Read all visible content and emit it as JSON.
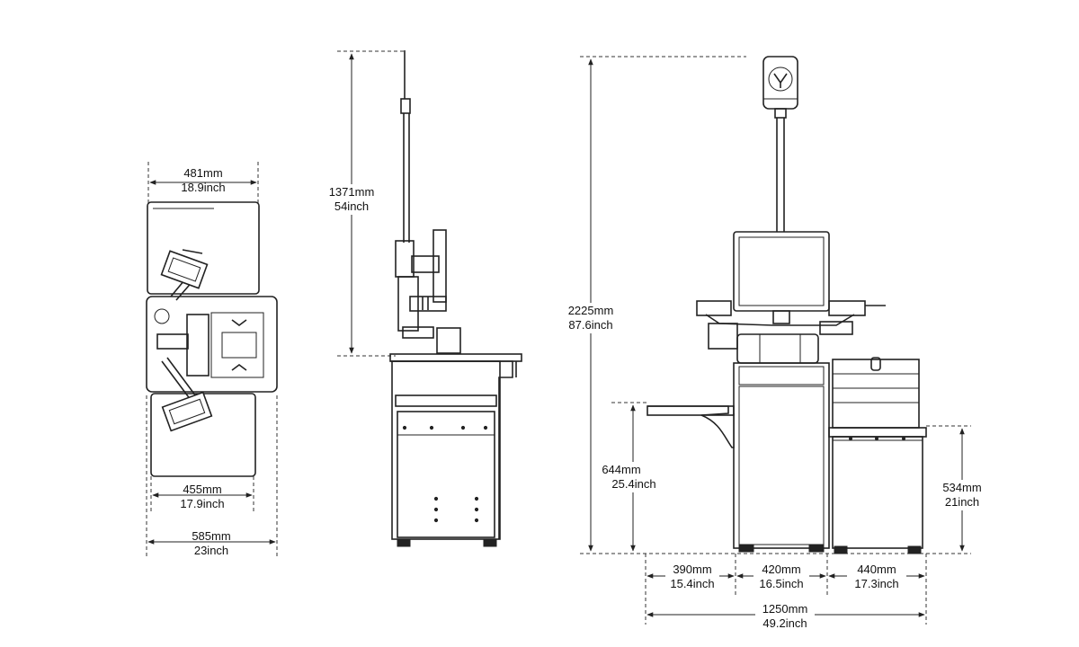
{
  "dimensions": {
    "top_width_top": {
      "mm": "481mm",
      "inch": "18.9inch"
    },
    "top_width_mid": {
      "mm": "455mm",
      "inch": "17.9inch"
    },
    "top_width_bottom": {
      "mm": "585mm",
      "inch": "23inch"
    },
    "side_height": {
      "mm": "1371mm",
      "inch": "54inch"
    },
    "front_total_height": {
      "mm": "2225mm",
      "inch": "87.6inch"
    },
    "front_left_table_height": {
      "mm": "644mm",
      "inch": "25.4inch"
    },
    "front_right_table_height": {
      "mm": "534mm",
      "inch": "21inch"
    },
    "front_left_width": {
      "mm": "390mm",
      "inch": "15.4inch"
    },
    "front_center_width": {
      "mm": "420mm",
      "inch": "16.5inch"
    },
    "front_right_width": {
      "mm": "440mm",
      "inch": "17.3inch"
    },
    "front_total_width": {
      "mm": "1250mm",
      "inch": "49.2inch"
    }
  },
  "icons": {
    "arrow": "arrow-icon",
    "logo": "kiosk-logo-icon"
  }
}
